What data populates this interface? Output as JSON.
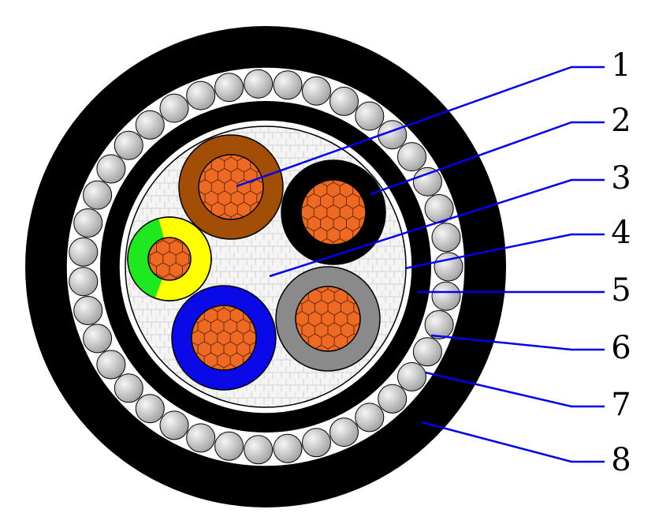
{
  "diagram": {
    "labels": [
      "1",
      "2",
      "3",
      "4",
      "5",
      "6",
      "7",
      "8"
    ]
  },
  "colors": {
    "outer_sheath": "#000000",
    "inner_sheath": "#000000",
    "tape": "#ffffff",
    "armor_wire_light": "#eeeeee",
    "armor_wire_dark": "#9a9a9a",
    "filler": "#f4f4f4",
    "copper": "#ee6a22",
    "insulation_brown": "#a24e06",
    "insulation_black": "#000000",
    "insulation_blue": "#0a0ae8",
    "insulation_grey": "#8a8a8a",
    "insulation_yellow": "#ffff00",
    "insulation_green": "#1ee81e",
    "leader_line": "#0000ee"
  }
}
